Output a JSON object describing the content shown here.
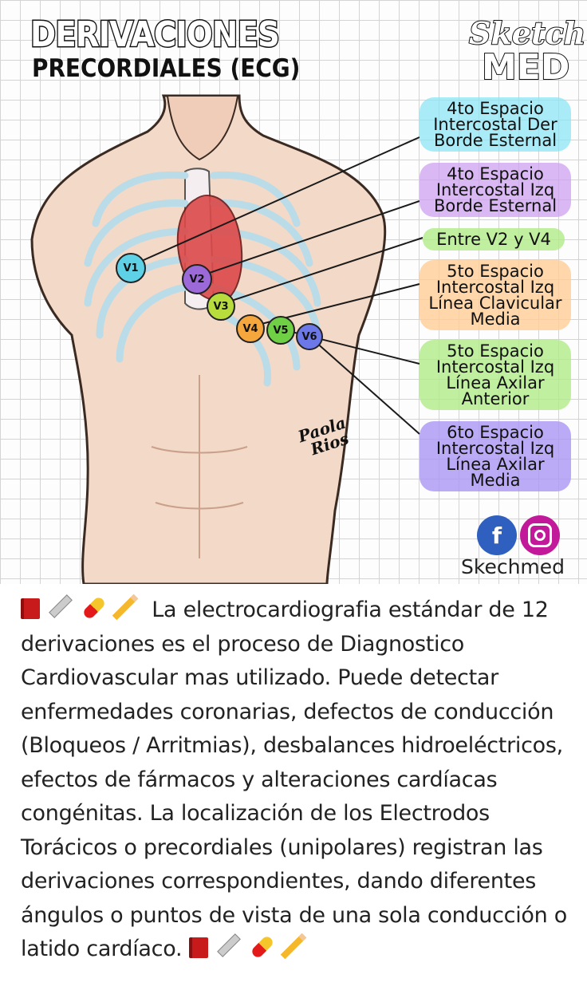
{
  "header": {
    "title_line1": "DERIVACIONES",
    "title_line2": "PRECORDIALES (ECG)",
    "logo_word1": "Sketch",
    "logo_word2": "MED"
  },
  "leads": [
    {
      "id": "V1",
      "color": "#5ed1e6"
    },
    {
      "id": "V2",
      "color": "#9b6ad8"
    },
    {
      "id": "V3",
      "color": "#b7dc3c"
    },
    {
      "id": "V4",
      "color": "#f5a63c"
    },
    {
      "id": "V5",
      "color": "#6fd046"
    },
    {
      "id": "V6",
      "color": "#6c78e8"
    }
  ],
  "labels": [
    {
      "lines": [
        "4to Espacio",
        "Intercostal Der",
        "Borde Esternal"
      ]
    },
    {
      "lines": [
        "4to Espacio",
        "Intercostal Izq",
        "Borde Esternal"
      ]
    },
    {
      "lines": [
        "Entre V2 y V4"
      ]
    },
    {
      "lines": [
        "5to Espacio",
        "Intercostal Izq",
        "Línea Clavicular",
        "Media"
      ]
    },
    {
      "lines": [
        "5to Espacio",
        "Intercostal Izq",
        "Línea Axilar",
        "Anterior"
      ]
    },
    {
      "lines": [
        "6to Espacio",
        "Intercostal Izq",
        "Línea Axilar",
        "Media"
      ]
    }
  ],
  "signature": [
    "Paola",
    "Rios"
  ],
  "social": {
    "facebook_icon": "facebook-icon",
    "instagram_icon": "instagram-icon",
    "brand": "Skechmed"
  },
  "caption": {
    "text_before": "La electrocardiografia estándar de 12 derivaciones es el proceso de Diagnostico Cardiovascular mas utilizado. Puede detectar enfermedades coronarias, defectos de conducción (Bloqueos / Arritmias), desbalances hidroeléctricos, efectos de fármacos y alteraciones cardíacas congénitas. La localización de los Electrodos Torácicos o precordiales (unipolares) registran las derivaciones correspondientes, dando diferentes ángulos o puntos de vista de una sola conducción o latido cardíaco."
  }
}
